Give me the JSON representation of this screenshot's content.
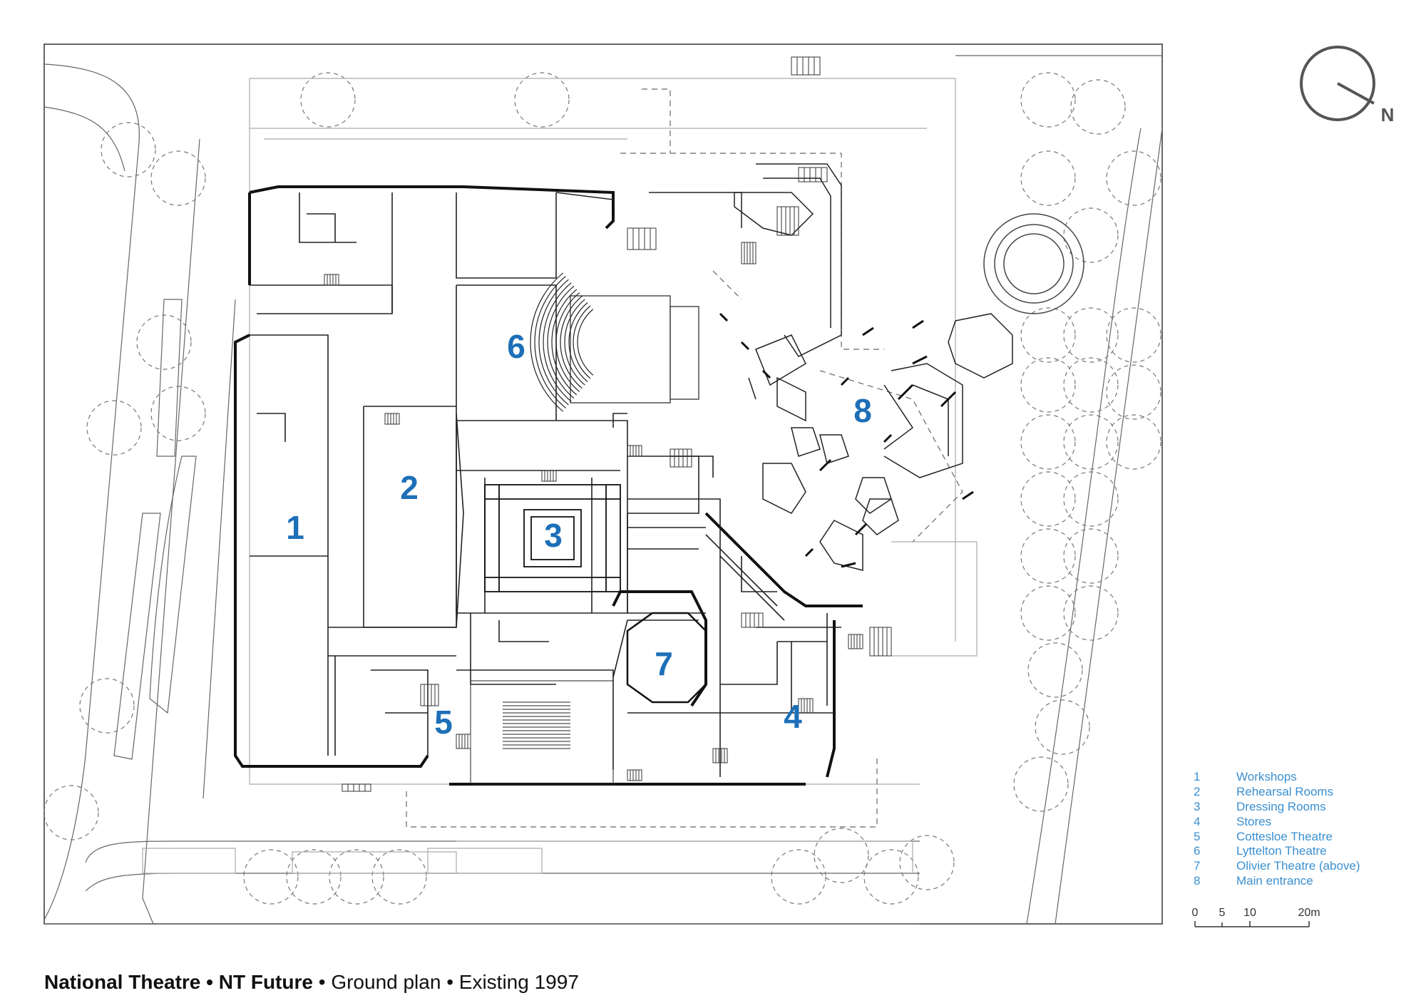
{
  "north": {
    "label": "N"
  },
  "zones": [
    {
      "id": "1",
      "label": "1"
    },
    {
      "id": "2",
      "label": "2"
    },
    {
      "id": "3",
      "label": "3"
    },
    {
      "id": "4",
      "label": "4"
    },
    {
      "id": "5",
      "label": "5"
    },
    {
      "id": "6",
      "label": "6"
    },
    {
      "id": "7",
      "label": "7"
    },
    {
      "id": "8",
      "label": "8"
    }
  ],
  "legend": [
    {
      "num": "1",
      "name": "Workshops"
    },
    {
      "num": "2",
      "name": "Rehearsal Rooms"
    },
    {
      "num": "3",
      "name": "Dressing Rooms"
    },
    {
      "num": "4",
      "name": "Stores"
    },
    {
      "num": "5",
      "name": "Cottesloe Theatre"
    },
    {
      "num": "6",
      "name": "Lyttelton Theatre"
    },
    {
      "num": "7",
      "name": "Olivier Theatre (above)"
    },
    {
      "num": "8",
      "name": "Main entrance"
    }
  ],
  "scale_bar": {
    "ticks": [
      "0",
      "5",
      "10",
      "20m"
    ]
  },
  "caption": {
    "title_bold": "National Theatre • NT Future",
    "rest": " • Ground plan • Existing 1997"
  },
  "colors": {
    "label_blue": "#1d6fb8",
    "legend_blue": "#3a8fd0",
    "line": "#222222",
    "light_line": "#999999"
  }
}
